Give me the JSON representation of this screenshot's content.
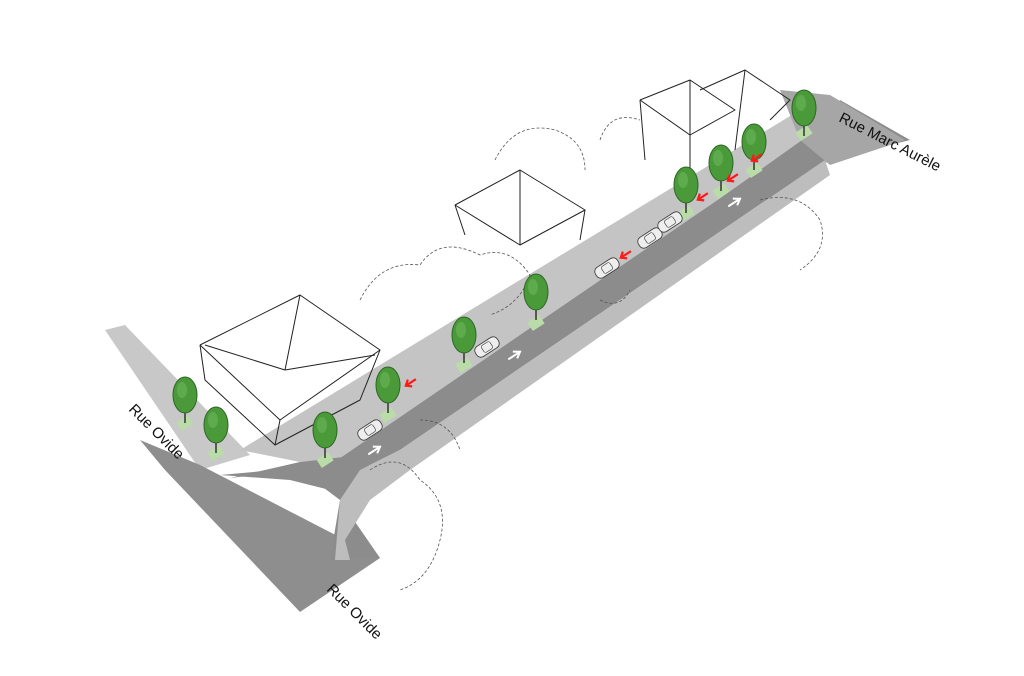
{
  "title": "Street redesign axonometric sketch",
  "labels": {
    "street_left_top": "Rue Ovide",
    "street_left_bottom": "Rue Ovide",
    "street_right": "Rue Marc Aurèle"
  },
  "colors": {
    "road": "#8c8c8c",
    "sidewalk": "#c4c4c4",
    "tree": "#4a9a3a",
    "tree_pit": "#b9dca8",
    "one_way_arrow": "#ff1a1a",
    "traffic_arrow": "#ffffff"
  }
}
